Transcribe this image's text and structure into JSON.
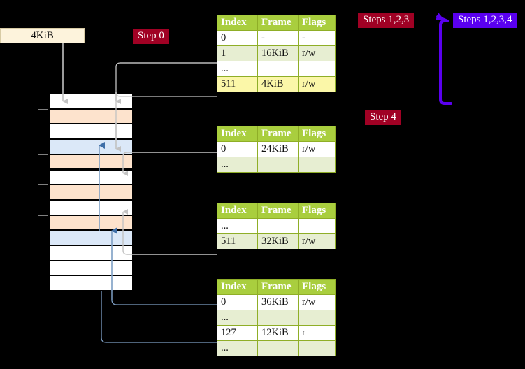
{
  "diagram": {
    "title_context": "Multi-level page table walk",
    "background_color": "#000000"
  },
  "labels": {
    "size_box": {
      "text": "4KiB",
      "bg": "#fdf3dc"
    },
    "step0": {
      "text": "Step 0",
      "bg": "#a00124",
      "fg": "#ffffff"
    },
    "steps123": {
      "text": "Steps 1,2,3",
      "bg": "#a00124",
      "fg": "#ffffff"
    },
    "steps1234": {
      "text": "Steps 1,2,3,4",
      "bg": "#5a00ef",
      "fg": "#ffffff"
    },
    "step4": {
      "text": "Step 4",
      "bg": "#a00124",
      "fg": "#ffffff"
    }
  },
  "colors": {
    "table_header": "#a9ce3e",
    "table_border": "#8fae27",
    "table_alt_row": "#e7eed2",
    "highlight_row": "#fbf7a8",
    "mem_orange": "#fde3cd",
    "mem_blue": "#dbe8f8",
    "connector_gray": "#b5b5b5",
    "connector_blue": "#7d9ec4",
    "arrow_violet": "#5a00ef"
  },
  "tables": [
    {
      "id": "pml4-table",
      "headers": [
        "Index",
        "Frame",
        "Flags"
      ],
      "rows": [
        {
          "cells": [
            "0",
            "-",
            "-"
          ],
          "style": "plain"
        },
        {
          "cells": [
            "1",
            "16KiB",
            "r/w"
          ],
          "style": "alt"
        },
        {
          "cells": [
            "...",
            "",
            ""
          ],
          "style": "plain"
        },
        {
          "cells": [
            "511",
            "4KiB",
            "r/w"
          ],
          "style": "hl"
        }
      ]
    },
    {
      "id": "pdpt-table",
      "headers": [
        "Index",
        "Frame",
        "Flags"
      ],
      "rows": [
        {
          "cells": [
            "0",
            "24KiB",
            "r/w"
          ],
          "style": "plain"
        },
        {
          "cells": [
            "...",
            "",
            ""
          ],
          "style": "alt"
        }
      ]
    },
    {
      "id": "pd-table",
      "headers": [
        "Index",
        "Frame",
        "Flags"
      ],
      "rows": [
        {
          "cells": [
            "...",
            "",
            ""
          ],
          "style": "plain"
        },
        {
          "cells": [
            "511",
            "32KiB",
            "r/w"
          ],
          "style": "alt"
        }
      ]
    },
    {
      "id": "pt-table",
      "headers": [
        "Index",
        "Frame",
        "Flags"
      ],
      "rows": [
        {
          "cells": [
            "0",
            "36KiB",
            "r/w"
          ],
          "style": "plain"
        },
        {
          "cells": [
            "...",
            "",
            ""
          ],
          "style": "alt"
        },
        {
          "cells": [
            "127",
            "12KiB",
            "r"
          ],
          "style": "plain"
        },
        {
          "cells": [
            "...",
            "",
            ""
          ],
          "style": "alt"
        }
      ]
    }
  ],
  "memory_column": {
    "row_count": 13,
    "rows": [
      {
        "fill": "white",
        "tick": true
      },
      {
        "fill": "orange",
        "tick": true
      },
      {
        "fill": "white",
        "tick": true
      },
      {
        "fill": "blue",
        "tick": false
      },
      {
        "fill": "orange",
        "tick": true
      },
      {
        "fill": "white",
        "tick": false
      },
      {
        "fill": "orange",
        "tick": true
      },
      {
        "fill": "white",
        "tick": false
      },
      {
        "fill": "orange",
        "tick": true
      },
      {
        "fill": "blue",
        "tick": false
      },
      {
        "fill": "white",
        "tick": false
      },
      {
        "fill": "white",
        "tick": false
      },
      {
        "fill": "white",
        "tick": false
      }
    ]
  }
}
